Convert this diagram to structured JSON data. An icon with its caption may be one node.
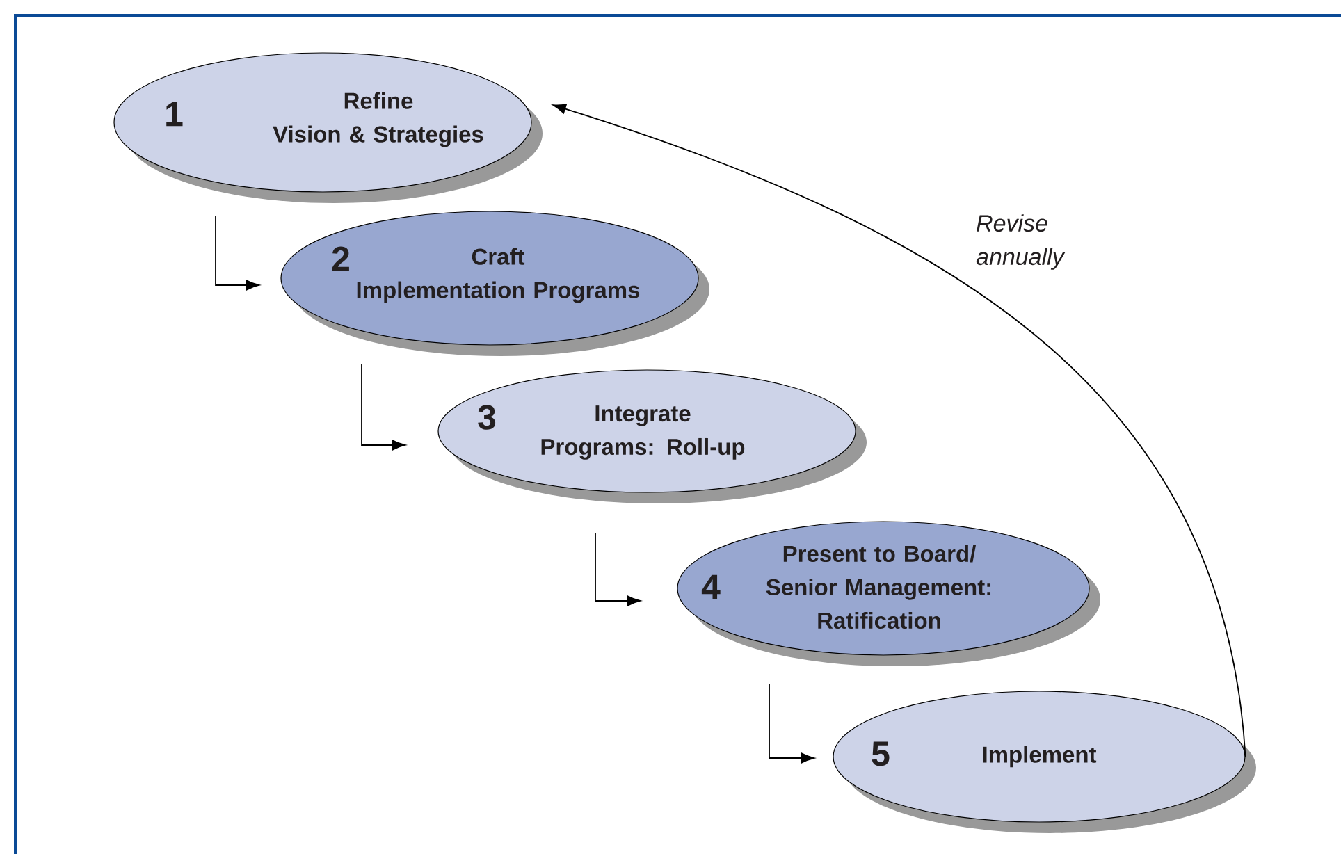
{
  "diagram": {
    "nodes": [
      {
        "text": [
          "1",
          "Refine Vision & Strategies"
        ]
      },
      {
        "text": [
          "2",
          "Craft Implementation Programs"
        ]
      },
      {
        "text": [
          "3",
          "Integrate Programs: Roll-up"
        ]
      },
      {
        "text": [
          "4",
          "Present to Board/ Senior Management: Ratification"
        ]
      },
      {
        "text": [
          "5",
          "Implement"
        ]
      }
    ],
    "edges": [
      {
        "from": 0,
        "to": 1,
        "arrow": "to"
      },
      {
        "from": 1,
        "to": 2,
        "arrow": "to"
      },
      {
        "from": 2,
        "to": 3,
        "arrow": "to"
      },
      {
        "from": 3,
        "to": 4,
        "arrow": "to"
      },
      {
        "from": 4,
        "to": 0,
        "arrow": "to",
        "label": "Revise annually"
      }
    ]
  }
}
